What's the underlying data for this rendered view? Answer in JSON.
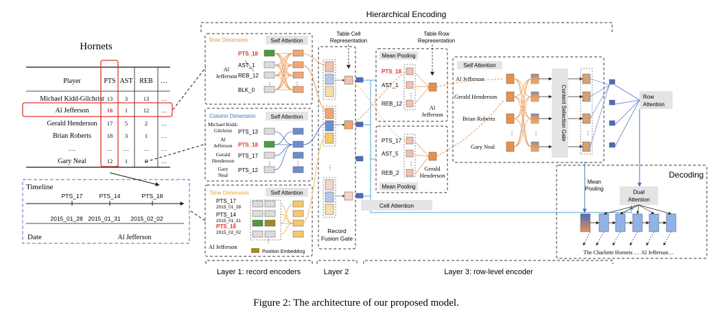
{
  "team": "Hornets",
  "table": {
    "headers": [
      "Player",
      "PTS",
      "AST",
      "REB",
      "…"
    ],
    "rows": [
      [
        "Michael Kidd-Gilchrist",
        "13",
        "3",
        "13",
        "…"
      ],
      [
        "Al Jefferson",
        "18",
        "1",
        "12",
        "…"
      ],
      [
        "Gerald Henderson",
        "17",
        "5",
        "2",
        "…"
      ],
      [
        "Brian Roberts",
        "18",
        "3",
        "1",
        "…"
      ],
      [
        "…",
        "…",
        "…",
        "…",
        "…"
      ],
      [
        "Gary Neal",
        "12",
        "1",
        "0",
        "…"
      ]
    ]
  },
  "timeline": {
    "title": "Timeline",
    "events": [
      "PTS_17",
      "PTS_14",
      "PTS_18"
    ],
    "dates": [
      "2015_01_28",
      "2015_01_31",
      "2015_02_02"
    ],
    "date_label": "Date",
    "player": "Al Jefferson"
  },
  "hierarchical_title": "Hierarchical Encoding",
  "row_dim": {
    "title": "Row Dimension",
    "sa": "Self Attention",
    "player": [
      "Al",
      "Jefferson"
    ],
    "items": [
      "PTS_18",
      "AST_1",
      "REB_12",
      "⋮",
      "BLK_0"
    ]
  },
  "col_dim": {
    "title": "Column Dimension",
    "sa": "Self Attention",
    "players": [
      [
        "Michael Kidd-",
        "Gilchrist"
      ],
      [
        "Al",
        "Jefferson"
      ],
      [
        "Gerald",
        "Henderson"
      ],
      [
        "Gary",
        "Neal"
      ]
    ],
    "items": [
      "PTS_13",
      "PTS_18",
      "PTS_17",
      "⋮",
      "PTS_12"
    ]
  },
  "time_dim": {
    "title": "Time Dimension",
    "sa": "Self Attention",
    "items": [
      [
        "PTS_17",
        "2015_01_28"
      ],
      [
        "PTS_14",
        "2015_01_31"
      ],
      [
        "PTS_18",
        "2015_02_02"
      ]
    ],
    "player": "Al Jefferson",
    "pos_label": "Position Embedding"
  },
  "layer2": {
    "tcr": [
      "Table Cell",
      "Representation"
    ],
    "fusion": [
      "Record",
      "Fusion Gate"
    ]
  },
  "pooling": {
    "trr": [
      "Table Row",
      "Representation"
    ],
    "top_title": "Mean Pooling",
    "top_items": [
      "PTS_18",
      "AST_1",
      "⋮",
      "REB_12"
    ],
    "top_player": [
      "Al",
      "Jefferson"
    ],
    "bottom_items": [
      "PTS_17",
      "AST_5",
      "⋮",
      "REB_2"
    ],
    "bottom_player": [
      "Gerald",
      "Henderson"
    ],
    "bottom_title": "Mean Pooling",
    "cell_attention": "Cell Attention"
  },
  "layer3": {
    "sa": "Self Attention",
    "players": [
      "Al Jefferson",
      "Gerald Henderson",
      "Brian Roberts",
      "⋮",
      "Gary Neal"
    ],
    "csg": "Content Selection Gate",
    "row_attention": [
      "Row",
      "Attention"
    ]
  },
  "decoding": {
    "title": "Decoding",
    "mean_pooling": [
      "Mean",
      "Pooling"
    ],
    "dual_attention": [
      "Dual",
      "Attention"
    ],
    "output": [
      "The Charlotte Hornets …",
      "Al  Jefferson…"
    ]
  },
  "layer_labels": [
    "Layer 1: record encoders",
    "Layer 2",
    "Layer 3: row-level encoder"
  ],
  "caption": "Figure 2: The architecture of our proposed model.",
  "colors": {
    "orange_line": "#e8914a",
    "orange_box": "#f1a775",
    "blue_box": "#6b8fd0",
    "yellow_box": "#f6c96b",
    "green_box": "#4f9a3c",
    "olive_box": "#a08a2a",
    "pink_box": "#f4c1b0",
    "red_text": "#e0332b",
    "cyan_line": "#4aa3d8",
    "blue_line": "#4a6cc4"
  }
}
